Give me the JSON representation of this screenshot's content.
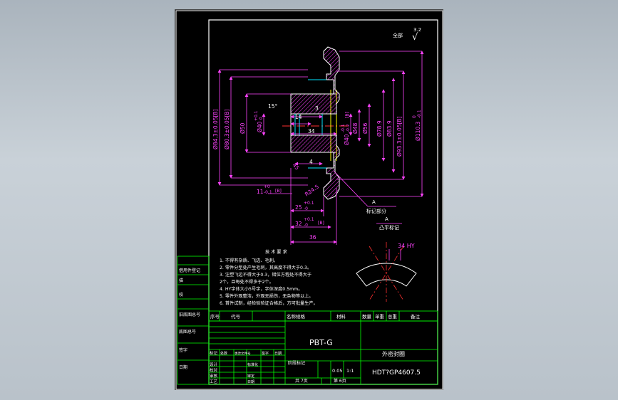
{
  "drawing": {
    "surface_finish": "全部",
    "surface_roughness": "3.2",
    "surface_roughness_symbol": "√",
    "dimensions": {
      "chamfer_angle": "15°",
      "d3": "3",
      "d14": "14",
      "d34": "34",
      "d4": "4",
      "d36": "36",
      "r245": "R24.5",
      "d45": "45",
      "phi84": "Ø84.3±0.05[B]",
      "phi80": "Ø80.3±0.05[B]",
      "phi50": "Ø50",
      "phi40": "Ø40",
      "phi40tol_up": "+0.1",
      "phi40tol_lo": "0",
      "phi40b": "Ø40",
      "phi40b_tol_up": "-0.1",
      "phi40b_tol_lo": "-0.2",
      "phi40b_tag": "[B]",
      "phi48": "Ø48",
      "phi56": "Ø56",
      "phi789": "Ø78.9",
      "phi839": "Ø83.9",
      "phi933": "Ø93.3±0.05[B]",
      "phi110": "Ø110.3",
      "phi110tol_up": "0",
      "phi110tol_lo": "-0.1",
      "d11": "11",
      "d11tol_up": "+0",
      "d11tol_lo": "-0.1",
      "d11tag": "[B]",
      "d25": "25",
      "d25tol_up": "+0.1",
      "d25tol_lo": "-0",
      "d32": "32",
      "d32tol_up": "+0.1",
      "d32tol_lo": "-0",
      "d32tag": "[B]"
    },
    "labels": {
      "view_a": "A",
      "mark_a": "A",
      "mark_label": "标记部分",
      "convex_label": "凸平标记",
      "hy_label": "34 HY"
    }
  },
  "notes": {
    "title": "技 术 要 求",
    "lines": [
      "1. 不得有杂质、飞边、毛刺。",
      "2. 零件分型处产生毛刺，其高度不得大于0.3。",
      "3. 注塑飞边不得大于0.3，错位方程处不得大于",
      "  2个，且每处不得多于2个。",
      "4. HY字体大小5号字，字体深度0.5mm。",
      "5. 零件外观整洁，外观无损伤，无杂物等以上。",
      "6. 首件试制，经检验验证合格后，方可批量生产。"
    ]
  },
  "side_strip": [
    "借用件登记",
    "描",
    "校",
    "旧底图总号",
    "底图总号",
    "签字",
    "日期"
  ],
  "bom": {
    "headers": [
      "序号",
      "代号",
      "名称规格",
      "材料",
      "数量",
      "单重",
      "总重",
      "备注"
    ]
  },
  "title_block": {
    "material": "PBT-G",
    "part_name": "外密封圈",
    "drawing_no": "HDT?GP4607.5",
    "mark_label": "阶段标记",
    "weight": "0.05",
    "scale": "1:1",
    "sheet_total": "共 7页",
    "sheet_no": "第 6页",
    "row_labels": [
      "标记",
      "设计",
      "校对",
      "审核",
      "工艺"
    ],
    "col_labels": [
      "处数",
      "更改文件号",
      "签字",
      "日期"
    ],
    "sub_labels": [
      "标准化",
      "审定",
      "日期"
    ]
  }
}
